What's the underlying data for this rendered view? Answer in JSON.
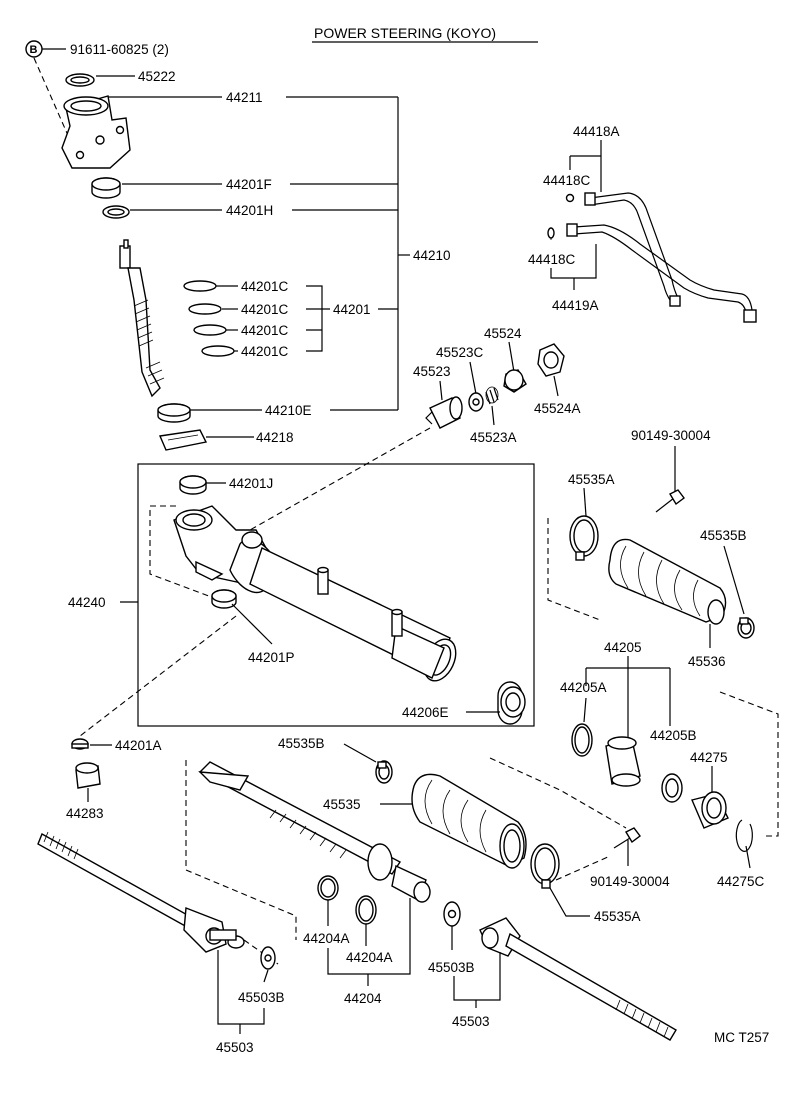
{
  "title": "POWER STEERING (KOYO)",
  "figure_code": "MC T257",
  "bolt_marker": "B",
  "labels": {
    "p91611": "91611-60825 (2)",
    "p45222": "45222",
    "p44211": "44211",
    "p44201F": "44201F",
    "p44201H": "44201H",
    "p44210": "44210",
    "p44201C_1": "44201C",
    "p44201C_2": "44201C",
    "p44201C_3": "44201C",
    "p44201C_4": "44201C",
    "p44201": "44201",
    "p44210E": "44210E",
    "p44218": "44218",
    "p44418A": "44418A",
    "p44418C_1": "44418C",
    "p44418C_2": "44418C",
    "p44419A": "44419A",
    "p45524": "45524",
    "p45523C": "45523C",
    "p45523": "45523",
    "p45524A": "45524A",
    "p45523A": "45523A",
    "p90149_1": "90149-30004",
    "p45535A_1": "45535A",
    "p45535B_1": "45535B",
    "p45536": "45536",
    "p44201J": "44201J",
    "p44240": "44240",
    "p44201P": "44201P",
    "p44206E": "44206E",
    "p44201A": "44201A",
    "p44283": "44283",
    "p44205": "44205",
    "p44205A": "44205A",
    "p44205B": "44205B",
    "p44275": "44275",
    "p44275C": "44275C",
    "p45535B_2": "45535B",
    "p45535": "45535",
    "p90149_2": "90149-30004",
    "p45535A_2": "45535A",
    "p44204A_1": "44204A",
    "p44204A_2": "44204A",
    "p44204": "44204",
    "p45503B_1": "45503B",
    "p45503_1": "45503",
    "p45503B_2": "45503B",
    "p45503_2": "45503"
  }
}
